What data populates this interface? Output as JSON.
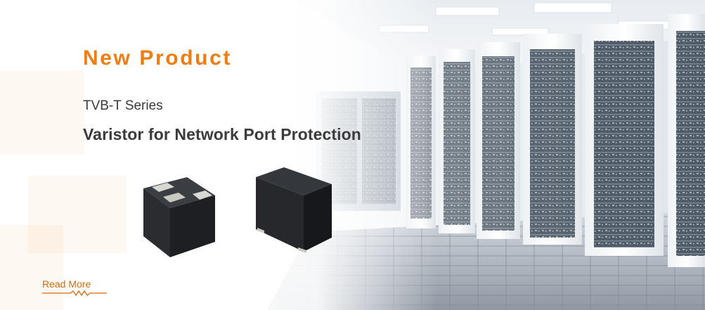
{
  "banner": {
    "title": "New Product",
    "series": "TVB-T Series",
    "subtitle": "Varistor for Network Port Protection",
    "read_more": "Read More"
  },
  "colors": {
    "accent": "#ee7d12",
    "text": "#3b3b3b",
    "link": "#d9690a"
  },
  "icons": {
    "read_more_underline": "resistor-zigzag-icon"
  }
}
